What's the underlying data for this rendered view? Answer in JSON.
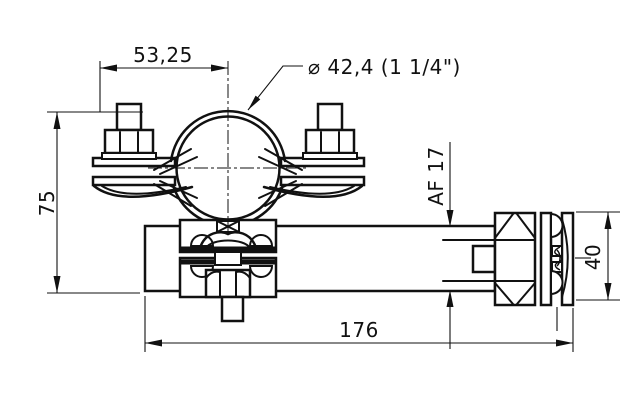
{
  "drawing": {
    "kind": "technical-drawing",
    "component": "pipe-clamp-with-distance-tube",
    "background_color": "#ffffff",
    "line_color": "#111111",
    "dimensions": {
      "clamp_bolt_spacing": "53,25",
      "pipe_diameter": "⌀ 42,4 (1 1/4\")",
      "clamp_height": "75",
      "hex_across_flats": "AF 17",
      "overall_length": "176",
      "clamp_band_width": "40"
    }
  }
}
